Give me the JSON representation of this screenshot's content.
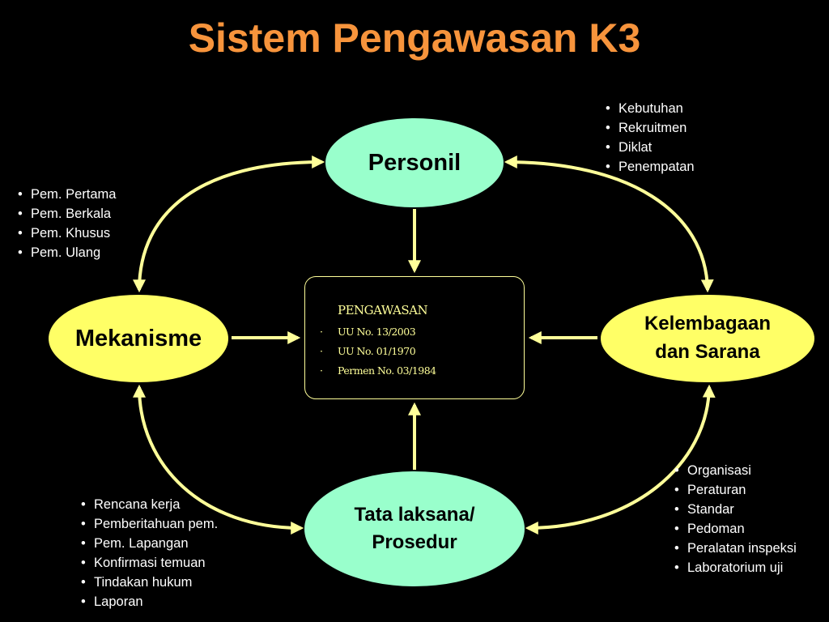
{
  "title": "Sistem Pengawasan K3",
  "colors": {
    "title": "#f7943c",
    "node_green": "#99ffcc",
    "node_yellow": "#ffff66",
    "arrow": "#ffff99",
    "center_text": "#ffff99"
  },
  "nodes": {
    "personil": "Personil",
    "mekanisme": "Mekanisme",
    "kelembagaan": "Kelembagaan\ndan Sarana",
    "tata_laksana": "Tata laksana/\nProsedur"
  },
  "center": {
    "heading": "PENGAWASAN",
    "items": [
      "UU No. 13/2003",
      "UU No. 01/1970",
      "Permen No. 03/1984"
    ]
  },
  "lists": {
    "personil": [
      "Kebutuhan",
      "Rekruitmen",
      "Diklat",
      "Penempatan"
    ],
    "mekanisme": [
      "Pem. Pertama",
      "Pem. Berkala",
      "Pem. Khusus",
      "Pem. Ulang"
    ],
    "tata_laksana": [
      "Rencana kerja",
      "Pemberitahuan pem.",
      "Pem. Lapangan",
      "Konfirmasi temuan",
      "Tindakan hukum",
      "Laporan"
    ],
    "kelembagaan": [
      "Organisasi",
      "Peraturan",
      "Standar",
      "Pedoman",
      "Peralatan inspeksi",
      "Laboratorium uji"
    ]
  }
}
